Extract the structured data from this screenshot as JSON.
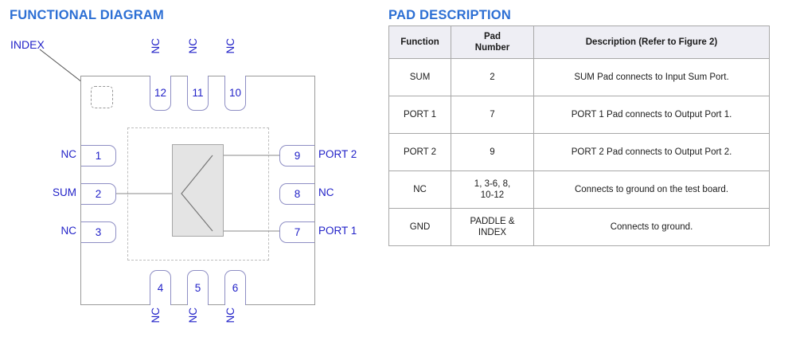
{
  "functional_diagram": {
    "title": "FUNCTIONAL DIAGRAM",
    "index_label": "INDEX",
    "pads": {
      "top": [
        {
          "number": "12",
          "signal": "NC"
        },
        {
          "number": "11",
          "signal": "NC"
        },
        {
          "number": "10",
          "signal": "NC"
        }
      ],
      "left": [
        {
          "number": "1",
          "signal": "NC"
        },
        {
          "number": "2",
          "signal": "SUM"
        },
        {
          "number": "3",
          "signal": "NC"
        }
      ],
      "bottom": [
        {
          "number": "4",
          "signal": "NC"
        },
        {
          "number": "5",
          "signal": "NC"
        },
        {
          "number": "6",
          "signal": "NC"
        }
      ],
      "right": [
        {
          "number": "9",
          "signal": "PORT 2"
        },
        {
          "number": "8",
          "signal": "NC"
        },
        {
          "number": "7",
          "signal": "PORT 1"
        }
      ]
    }
  },
  "pad_description": {
    "title": "PAD DESCRIPTION",
    "columns": [
      "Function",
      "Pad\nNumber",
      "Description (Refer to Figure 2)"
    ],
    "column_labels": {
      "function": "Function",
      "pad_number_line1": "Pad",
      "pad_number_line2": "Number",
      "description": "Description (Refer to Figure 2)"
    },
    "rows": [
      {
        "function": "SUM",
        "pad_number": "2",
        "pad_number_line1": "2",
        "pad_number_line2": "",
        "description": "SUM Pad connects to Input Sum Port."
      },
      {
        "function": "PORT 1",
        "pad_number": "7",
        "pad_number_line1": "7",
        "pad_number_line2": "",
        "description": "PORT 1 Pad connects to Output Port 1."
      },
      {
        "function": "PORT 2",
        "pad_number": "9",
        "pad_number_line1": "9",
        "pad_number_line2": "",
        "description": "PORT 2 Pad connects to Output Port 2."
      },
      {
        "function": "NC",
        "pad_number": "1, 3-6, 8, 10-12",
        "pad_number_line1": "1, 3-6, 8,",
        "pad_number_line2": "10-12",
        "description": "Connects to ground on the test board."
      },
      {
        "function": "GND",
        "pad_number": "PADDLE & INDEX",
        "pad_number_line1": "PADDLE &",
        "pad_number_line2": "INDEX",
        "description": "Connects to ground."
      }
    ]
  },
  "colors": {
    "title_blue": "#2c6fd4",
    "pad_text_blue": "#2222c8",
    "outline_gray": "#9a9a9a",
    "die_fill": "#e4e4e4",
    "table_header_bg": "#eeeef4",
    "table_border": "#a8a8a8"
  }
}
